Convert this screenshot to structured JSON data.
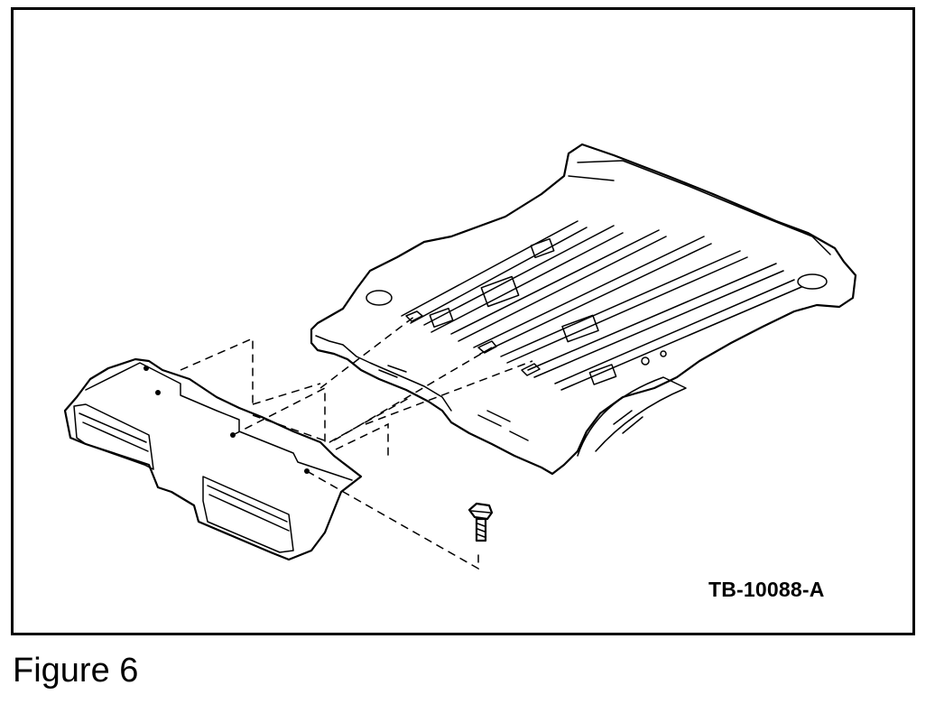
{
  "figure": {
    "reference_code": "TB-10088-A",
    "caption": "Figure 6"
  },
  "parts": {
    "floor_panel_icon": "rear-floor-pan",
    "crossmember_icon": "rear-crossmember-bracket",
    "bolt_icon": "bolt"
  },
  "colors": {
    "line": "#000000",
    "background": "#ffffff"
  }
}
